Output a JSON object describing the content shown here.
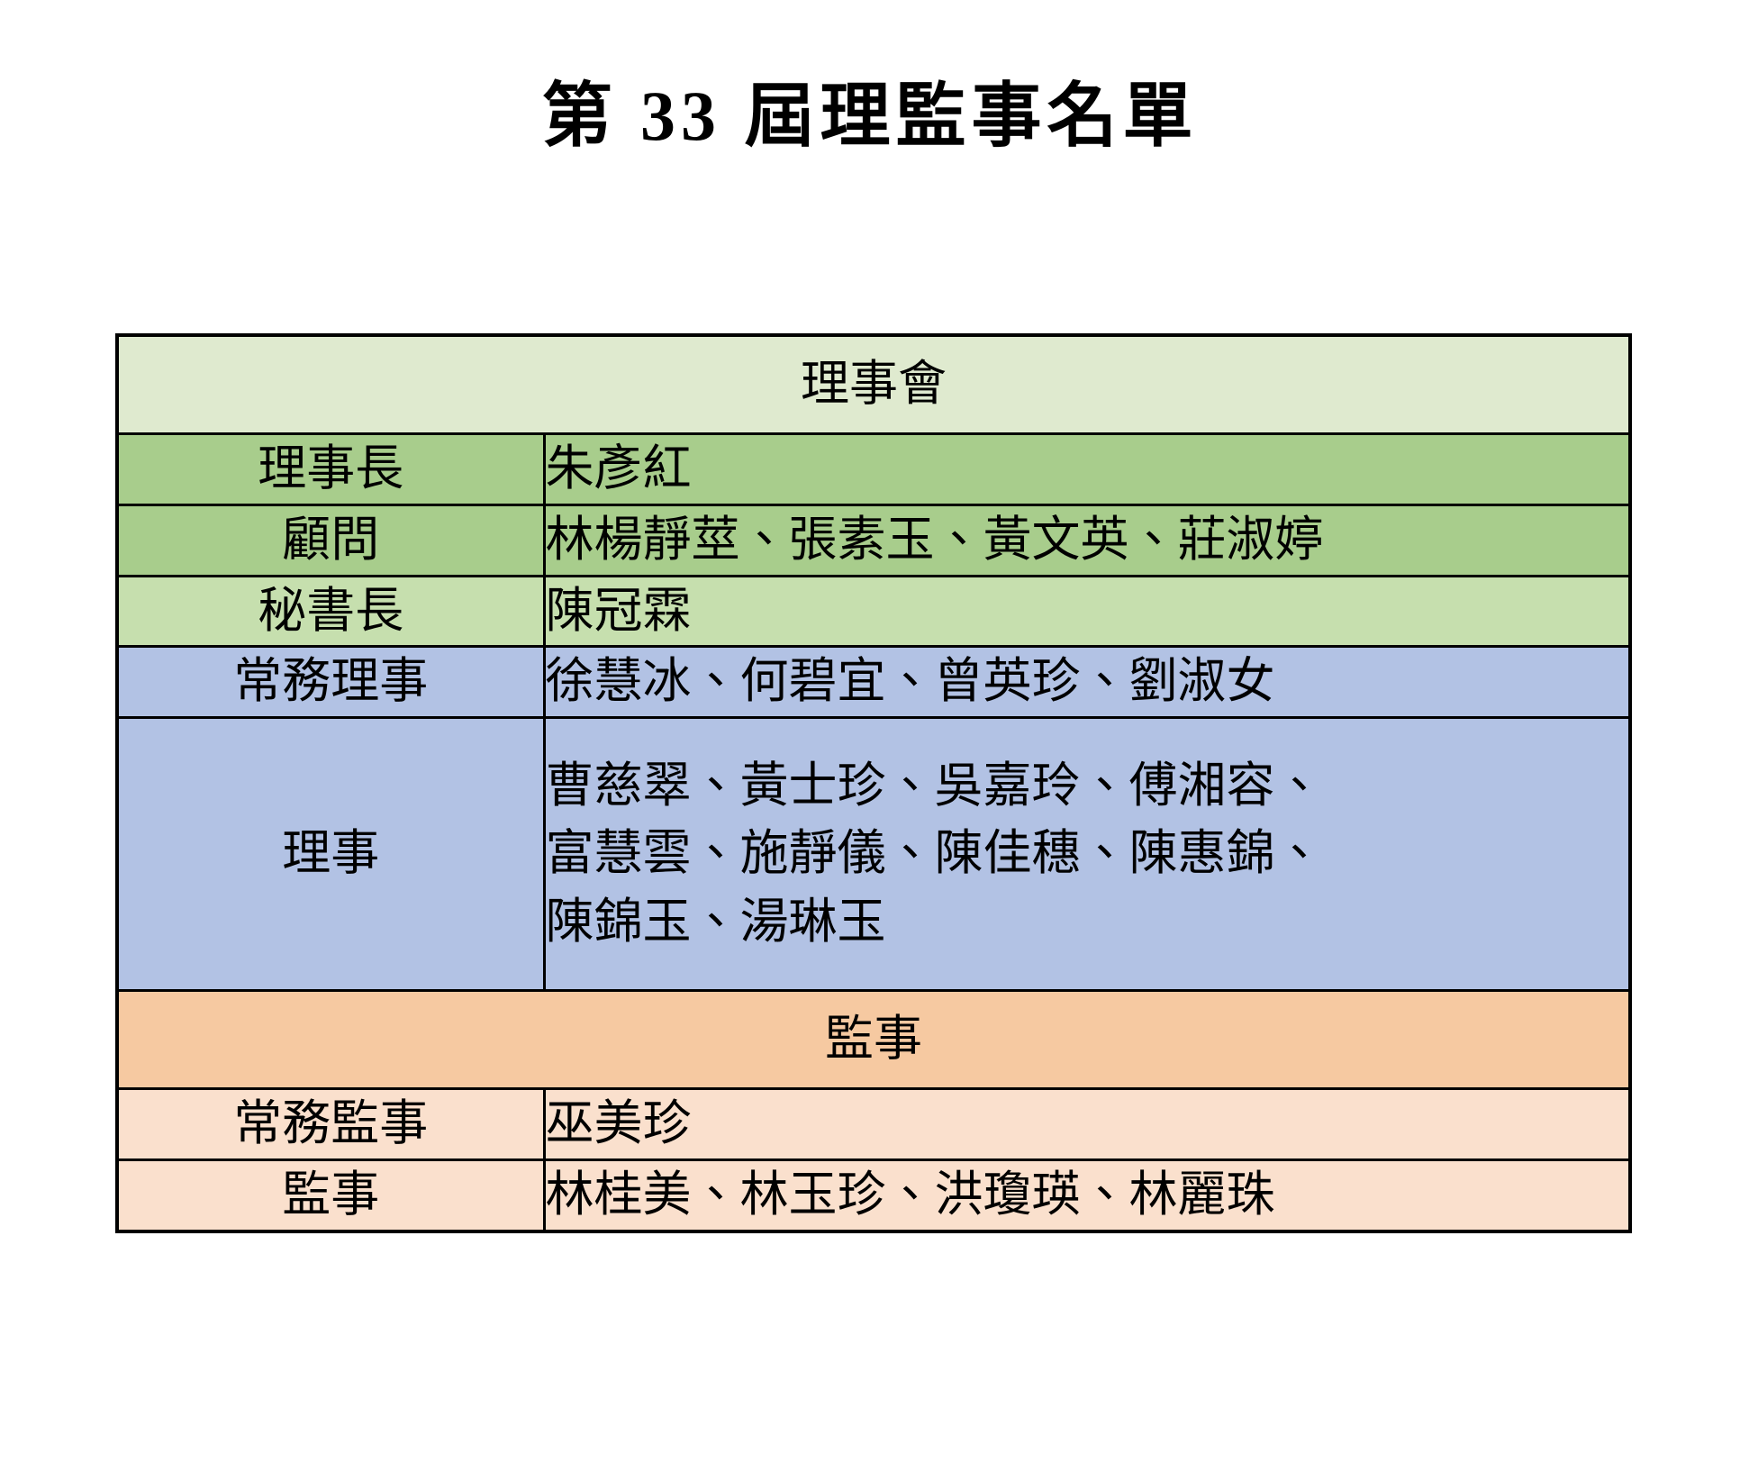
{
  "document": {
    "title": "第 33 屆理監事名單"
  },
  "colors": {
    "section_board_header": "#dfeacf",
    "board_primary": "#a8cd8c",
    "board_secondary": "#c6dfae",
    "directors": "#b2c2e4",
    "section_supervisor_header": "#f6c9a1",
    "supervisors": "#fae0cd",
    "border": "#000000",
    "text": "#000000"
  },
  "table": {
    "sections": [
      {
        "header": "理事會",
        "rows": [
          {
            "role": "理事長",
            "names": [
              "朱彥紅"
            ]
          },
          {
            "role": "顧問",
            "names": [
              "林楊靜莖、張素玉、黃文英、莊淑婷"
            ]
          },
          {
            "role": "秘書長",
            "names": [
              "陳冠霖"
            ]
          },
          {
            "role": "常務理事",
            "names": [
              "徐慧冰、何碧宜、曾英珍、劉淑女"
            ]
          },
          {
            "role": "理事",
            "names": [
              "曹慈翠、黃士珍、吳嘉玲、傅湘容、",
              "富慧雲、施靜儀、陳佳穗、陳惠錦、",
              "陳錦玉、湯琳玉"
            ]
          }
        ]
      },
      {
        "header": "監事",
        "rows": [
          {
            "role": "常務監事",
            "names": [
              "巫美珍"
            ]
          },
          {
            "role": "監事",
            "names": [
              "林桂美、林玉珍、洪瓊瑛、林麗珠"
            ]
          }
        ]
      }
    ]
  }
}
